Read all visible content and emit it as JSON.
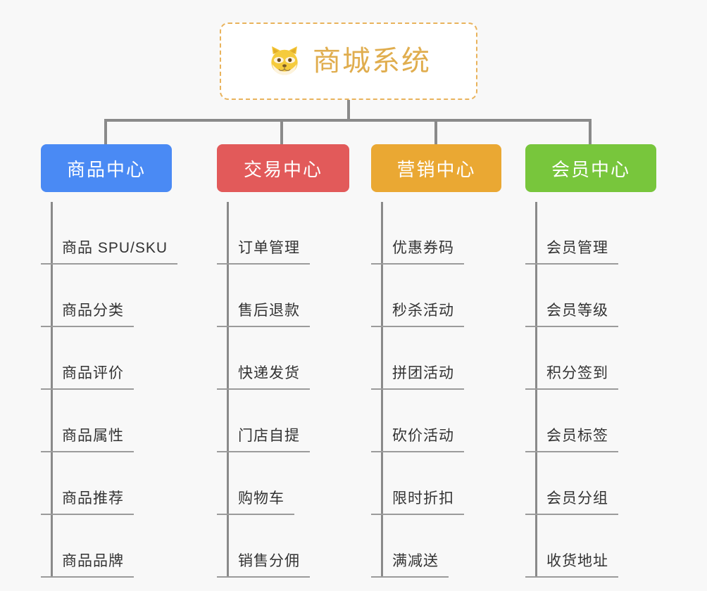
{
  "root": {
    "title": "商城系统",
    "emoji_name": "shiba-dog-face-emoji",
    "border_color": "#e9b35c",
    "text_color": "#e0ad4e",
    "background": "#ffffff"
  },
  "canvas": {
    "background": "#f8f8f8",
    "line_color": "#8a8a8a"
  },
  "columns": [
    {
      "category": "商品中心",
      "color": "#4a8af4",
      "items": [
        "商品 SPU/SKU",
        "商品分类",
        "商品评价",
        "商品属性",
        "商品推荐",
        "商品品牌"
      ]
    },
    {
      "category": "交易中心",
      "color": "#e25a5a",
      "items": [
        "订单管理",
        "售后退款",
        "快递发货",
        "门店自提",
        "购物车",
        "销售分佣"
      ]
    },
    {
      "category": "营销中心",
      "color": "#eaa833",
      "items": [
        "优惠券码",
        "秒杀活动",
        "拼团活动",
        "砍价活动",
        "限时折扣",
        "满减送"
      ]
    },
    {
      "category": "会员中心",
      "color": "#78c63c",
      "items": [
        "会员管理",
        "会员等级",
        "积分签到",
        "会员标签",
        "会员分组",
        "收货地址"
      ]
    }
  ]
}
